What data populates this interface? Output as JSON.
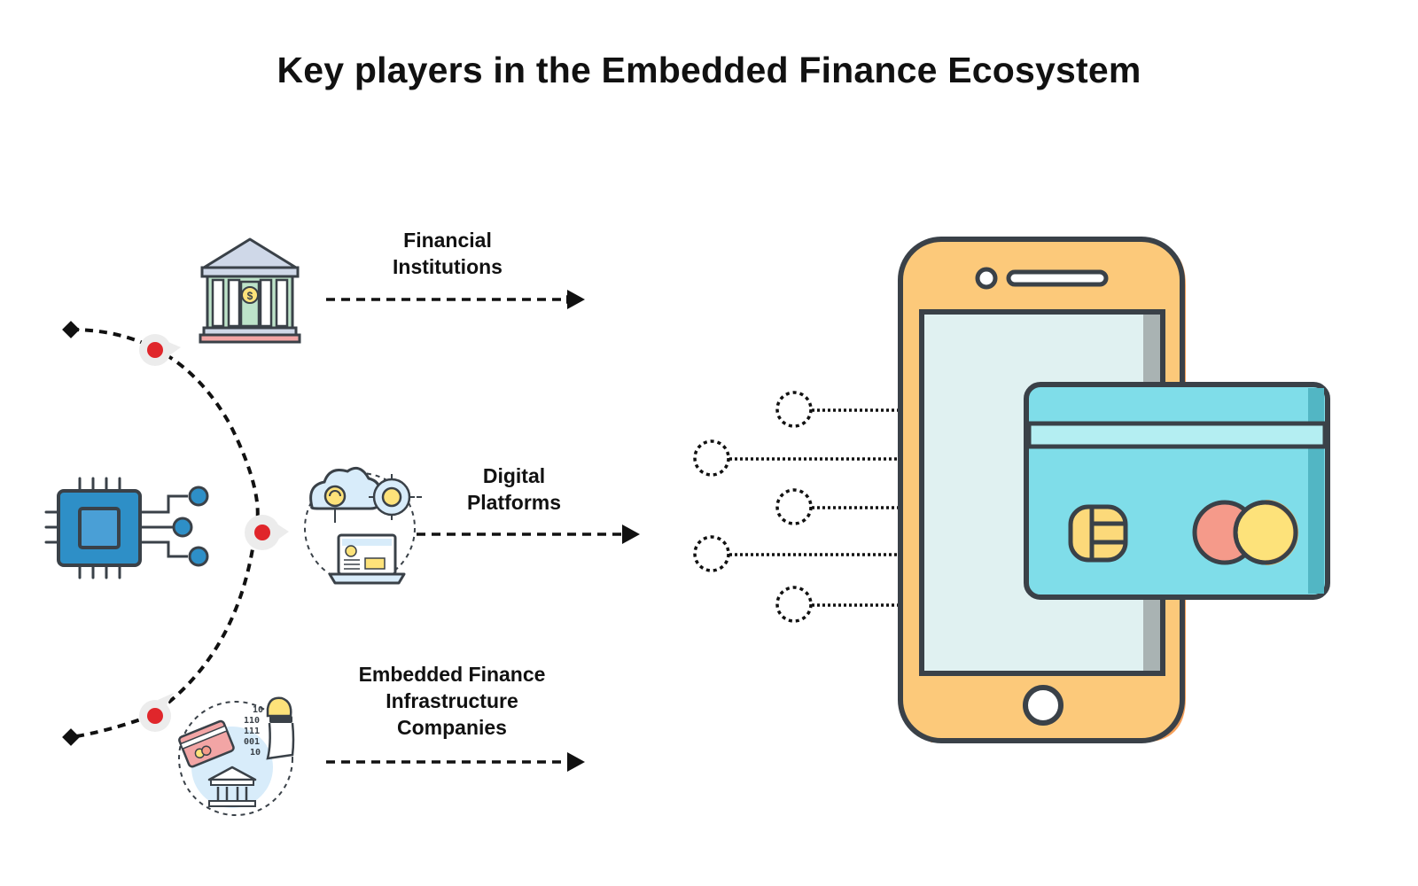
{
  "title": "Key players in the Embedded Finance Ecosystem",
  "players": [
    {
      "name": "financial-institutions",
      "lines": [
        "Financial",
        "Institutions"
      ],
      "icon": "bank-icon"
    },
    {
      "name": "digital-platforms",
      "lines": [
        "Digital",
        "Platforms"
      ],
      "icon": "cloud-gear-laptop-icon"
    },
    {
      "name": "embedded-finance-infrastructure",
      "lines": [
        "Embedded Finance",
        "Infrastructure",
        "Companies"
      ],
      "icon": "card-bank-coder-icon"
    }
  ],
  "left_icon": "microchip-icon",
  "right_icon": "phone-with-credit-card-icon",
  "colors": {
    "outline": "#3a4148",
    "phone_body": "#fcc97a",
    "phone_edge": "#f5a05a",
    "phone_screen": "#e0f1f1",
    "card": "#7fdde9",
    "card_stripe": "#b4eef2",
    "chip": "#fcd97a",
    "coin_left": "#f59a8a",
    "coin_right": "#fde27a",
    "dot": "#e0262b",
    "pin": "#ececec",
    "bank_green": "#bde3c9",
    "bank_roof": "#cfd8e8",
    "bank_base": "#f2a5a5",
    "cpu": "#2e8fc7",
    "cpu_core": "#4a9fd6",
    "light_blue": "#d8ecfa"
  }
}
